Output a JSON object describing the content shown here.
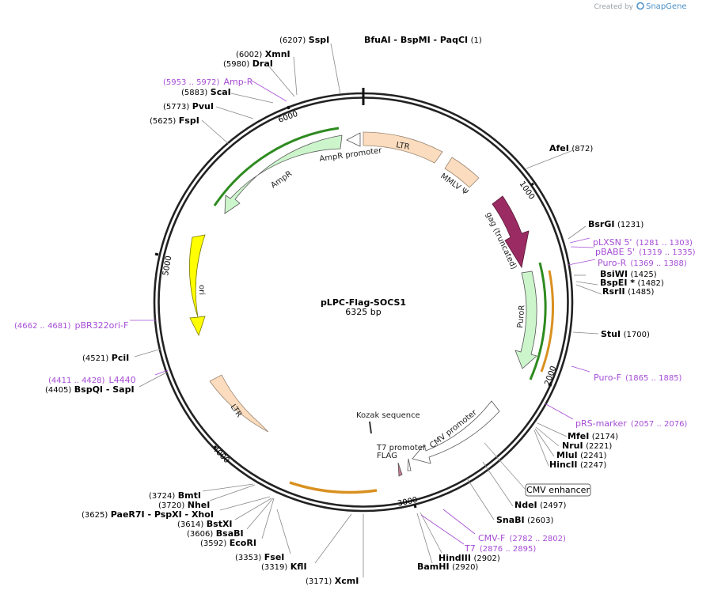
{
  "credit": {
    "prefix": "Created by",
    "brand": "SnapGene"
  },
  "plasmid": {
    "name": "pLPC-Flag-SOCS1",
    "size_label": "6325 bp",
    "length": 6325
  },
  "ticks": [
    "1000",
    "2000",
    "3000",
    "4000",
    "5000",
    "6000"
  ],
  "enzymes": [
    {
      "id": "sspi",
      "name": "SspI",
      "pos": "(6207)",
      "left": true
    },
    {
      "id": "xmni",
      "name": "XmnI",
      "pos": "(6002)",
      "left": true
    },
    {
      "id": "drai",
      "name": "DraI",
      "pos": "(5980)",
      "left": true
    },
    {
      "id": "scai",
      "name": "ScaI",
      "pos": "(5883)",
      "left": true
    },
    {
      "id": "pvui",
      "name": "PvuI",
      "pos": "(5773)",
      "left": true
    },
    {
      "id": "fspi",
      "name": "FspI",
      "pos": "(5625)",
      "left": true
    },
    {
      "id": "bfuai",
      "name": "BfuAI  - BspMI  - PaqCI",
      "pos": "(1)",
      "left": false
    },
    {
      "id": "afei",
      "name": "AfeI",
      "pos": "(872)",
      "left": false
    },
    {
      "id": "bsrgi",
      "name": "BsrGI",
      "pos": "(1231)",
      "left": false
    },
    {
      "id": "bsiwi",
      "name": "BsiWI",
      "pos": "(1425)",
      "left": false
    },
    {
      "id": "bspei",
      "name": "BspEI *",
      "pos": "(1482)",
      "left": false
    },
    {
      "id": "rsrii",
      "name": "RsrII",
      "pos": "(1485)",
      "left": false
    },
    {
      "id": "stui",
      "name": "StuI",
      "pos": "(1700)",
      "left": false
    },
    {
      "id": "mfei",
      "name": "MfeI",
      "pos": "(2174)",
      "left": false
    },
    {
      "id": "nrui",
      "name": "NruI",
      "pos": "(2221)",
      "left": false
    },
    {
      "id": "mlui",
      "name": "MluI",
      "pos": "(2241)",
      "left": false
    },
    {
      "id": "hincii",
      "name": "HincII",
      "pos": "(2247)",
      "left": false
    },
    {
      "id": "ndei",
      "name": "NdeI",
      "pos": "(2497)",
      "left": false
    },
    {
      "id": "snabi",
      "name": "SnaBI",
      "pos": "(2603)",
      "left": false
    },
    {
      "id": "hindiii",
      "name": "HindIII",
      "pos": "(2902)",
      "left": false
    },
    {
      "id": "bamhi",
      "name": "BamHI",
      "pos": "(2920)",
      "left": false
    },
    {
      "id": "xcmi",
      "name": "XcmI",
      "pos": "(3171)",
      "left": true
    },
    {
      "id": "kfli",
      "name": "KflI",
      "pos": "(3319)",
      "left": true
    },
    {
      "id": "fsei",
      "name": "FseI",
      "pos": "(3353)",
      "left": true
    },
    {
      "id": "ecori",
      "name": "EcoRI",
      "pos": "(3592)",
      "left": true
    },
    {
      "id": "bsabi",
      "name": "BsaBI",
      "pos": "(3606)",
      "left": true
    },
    {
      "id": "bstxi",
      "name": "BstXI",
      "pos": "(3614)",
      "left": true
    },
    {
      "id": "paer7i",
      "name": "PaeR7I  - PspXI  - XhoI",
      "pos": "(3625)",
      "left": true
    },
    {
      "id": "nhei",
      "name": "NheI",
      "pos": "(3720)",
      "left": true
    },
    {
      "id": "bmti",
      "name": "BmtI",
      "pos": "(3724)",
      "left": true
    },
    {
      "id": "pcii",
      "name": "PciI",
      "pos": "(4521)",
      "left": true
    },
    {
      "id": "bspqi",
      "name": "BspQI  - SapI",
      "pos": "(4405)",
      "left": true
    }
  ],
  "primers": [
    {
      "id": "ampr",
      "name": "Amp-R",
      "range": "(5953 .. 5972)",
      "left": true
    },
    {
      "id": "plxsn",
      "name": "pLXSN 5'",
      "range": "(1281 .. 1303)",
      "left": false
    },
    {
      "id": "pbabe",
      "name": "pBABE 5'",
      "range": "(1319 .. 1335)",
      "left": false
    },
    {
      "id": "puror",
      "name": "Puro-R",
      "range": "(1369 .. 1388)",
      "left": false
    },
    {
      "id": "purof",
      "name": "Puro-F",
      "range": "(1865 .. 1885)",
      "left": false
    },
    {
      "id": "prs",
      "name": "pRS-marker",
      "range": "(2057 .. 2076)",
      "left": false
    },
    {
      "id": "cmvf",
      "name": "CMV-F",
      "range": "(2782 .. 2802)",
      "left": false
    },
    {
      "id": "t7",
      "name": "T7",
      "range": "(2876 .. 2895)",
      "left": false
    },
    {
      "id": "pbr",
      "name": "pBR322ori-F",
      "range": "(4662 .. 4681)",
      "left": true
    },
    {
      "id": "l4440",
      "name": "L4440",
      "range": "(4411 .. 4428)",
      "left": true
    }
  ],
  "features": [
    {
      "id": "ltr1",
      "label": "LTR",
      "color": "#fbdcbe"
    },
    {
      "id": "mmlv",
      "label": "MMLV Ψ",
      "color": "#fbdcbe"
    },
    {
      "id": "gag",
      "label": "gag (truncated)",
      "color": "#9b2c63"
    },
    {
      "id": "puro",
      "label": "PuroR",
      "color": "#ccf5cc"
    },
    {
      "id": "amprf",
      "label": "AmpR",
      "color": "#ccf5cc"
    },
    {
      "id": "amprp",
      "label": "AmpR promoter",
      "color": "#ffffff"
    },
    {
      "id": "ori",
      "label": "ori",
      "color": "#ffff00"
    },
    {
      "id": "ltr2",
      "label": "LTR",
      "color": "#fbdcbe"
    },
    {
      "id": "cmvp",
      "label": "CMV promoter",
      "color": "#ffffff"
    },
    {
      "id": "t7p",
      "label": "T7 promoter",
      "color": "#ffffff"
    },
    {
      "id": "flag",
      "label": "FLAG",
      "color": "#c77a8e"
    },
    {
      "id": "kozak",
      "label": "Kozak sequence",
      "color": "#ffffff"
    }
  ],
  "callout": {
    "label": "CMV enhancer"
  }
}
